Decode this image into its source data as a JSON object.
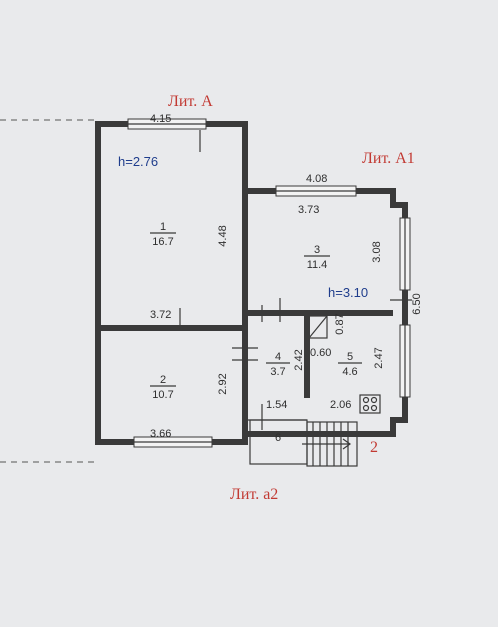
{
  "labels": {
    "lit_a": "Лит. А",
    "lit_a1": "Лит. А1",
    "lit_a2": "Лит. а2",
    "stair_number": "2"
  },
  "heights": {
    "a": "h=2.76",
    "a1": "h=3.10"
  },
  "dimensions": {
    "top_a": "4.15",
    "top_a1": "4.08",
    "inner_a1": "3.73",
    "side_a": "4.48",
    "side_a1_room": "3.08",
    "side_a1_total": "6.50",
    "room2_top": "3.72",
    "room2_bottom": "3.66",
    "room2_side": "2.92",
    "room4_side": "2.42",
    "door_087": "0.87",
    "door_060": "0.60",
    "room5_side": "2.47",
    "room4_bottom": "1.54",
    "room5_bottom": "2.06"
  },
  "rooms": [
    {
      "number": "1",
      "area": "16.7"
    },
    {
      "number": "2",
      "area": "10.7"
    },
    {
      "number": "3",
      "area": "11.4"
    },
    {
      "number": "4",
      "area": "3.7"
    },
    {
      "number": "5",
      "area": "4.6"
    },
    {
      "number": "6",
      "area": ""
    }
  ],
  "colors": {
    "paper": "#e9eaec",
    "ink": "#3a3a3a",
    "red_label": "#c23a33",
    "blue_label": "#1f3d8c"
  }
}
